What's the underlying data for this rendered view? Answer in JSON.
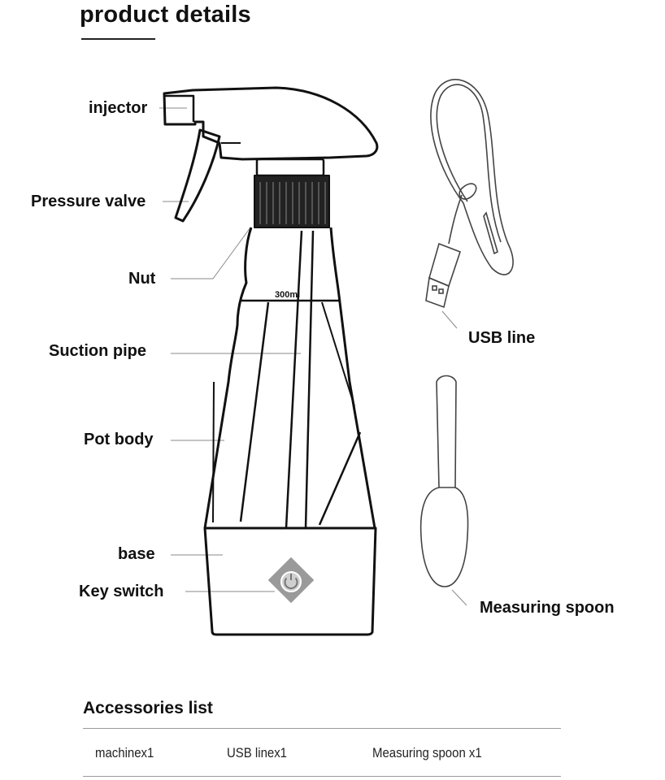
{
  "title": "product details",
  "labels": {
    "injector": "injector",
    "pressure_valve": "Pressure valve",
    "nut": "Nut",
    "suction_pipe": "Suction pipe",
    "pot_body": "Pot body",
    "base": "base",
    "key_switch": "Key switch",
    "usb_line": "USB line",
    "measuring_spoon": "Measuring spoon"
  },
  "bottle_capacity": "300ml",
  "accessories": {
    "heading": "Accessories list",
    "items": [
      "machinex1",
      "USB linex1",
      "Measuring spoon x1"
    ]
  },
  "icons": [
    "power-icon"
  ]
}
